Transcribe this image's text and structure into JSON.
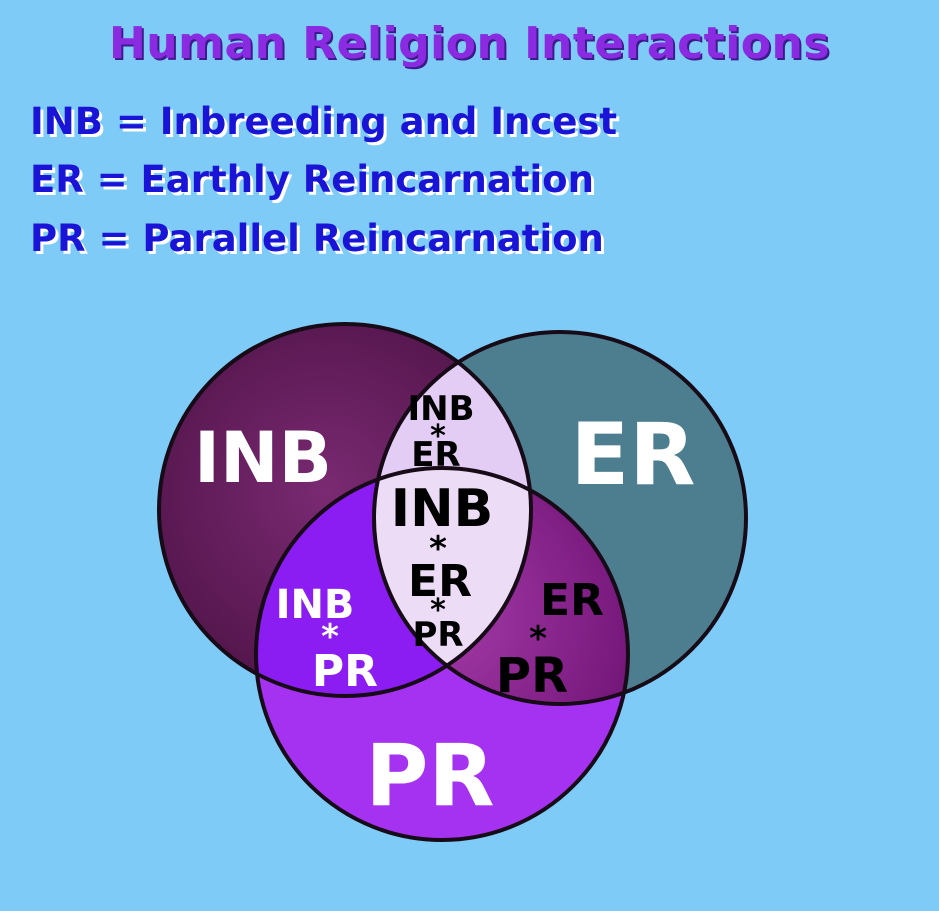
{
  "title": "Human Religion Interactions",
  "legend": [
    {
      "text": "INB = Inbreeding and Incest"
    },
    {
      "text": "ER = Earthly Reincarnation"
    },
    {
      "text": "PR = Parallel Reincarnation"
    }
  ],
  "venn": {
    "sets": [
      {
        "label": "INB",
        "color": "#5e1a55"
      },
      {
        "label": "ER",
        "color": "#4d7e8f"
      },
      {
        "label": "PR",
        "color": "#a532f0"
      }
    ],
    "intersections": {
      "inb_er": [
        "INB",
        "*",
        "ER"
      ],
      "inb_pr": [
        "INB",
        "*",
        "PR"
      ],
      "er_pr": [
        "ER",
        "*",
        "PR"
      ],
      "all": [
        "INB",
        "*",
        "ER",
        "*",
        "PR"
      ]
    },
    "colors": {
      "inb_er": "#e3cdf4",
      "center": "#ecdcf6",
      "er_pr": "#8a1b8f",
      "inb_pr": "#8b1cf2",
      "outline": "#170b17"
    }
  },
  "colors": {
    "background": "#7dcbf6",
    "title": "#8a2be2",
    "legend_text": "#1a14d6"
  }
}
